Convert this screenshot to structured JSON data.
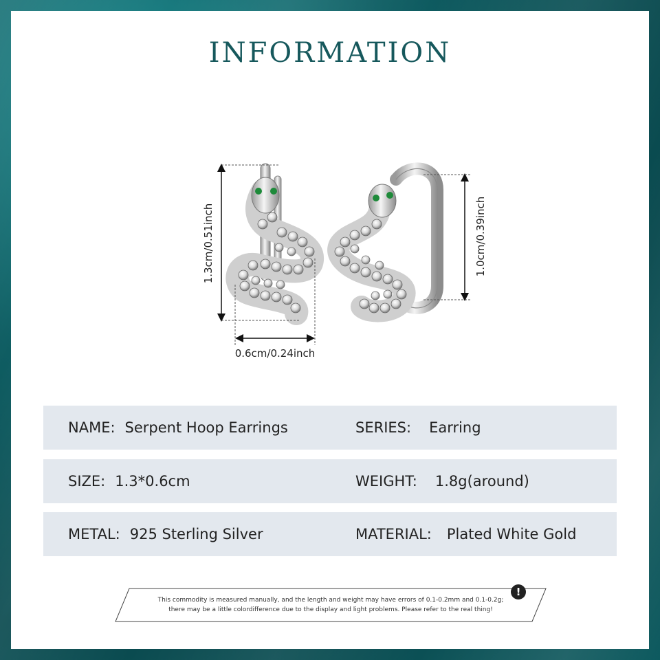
{
  "title": "INFORMATION",
  "dimensions": {
    "height_left": "1.3cm/0.51inch",
    "width_bottom": "0.6cm/0.24inch",
    "height_right": "1.0cm/0.39inch"
  },
  "rows": [
    {
      "left_label": "NAME:",
      "left_value": "Serpent Hoop Earrings",
      "right_label": "SERIES:",
      "right_value": "Earring"
    },
    {
      "left_label": "SIZE:",
      "left_value": "1.3*0.6cm",
      "right_label": "WEIGHT:",
      "right_value": "1.8g(around)"
    },
    {
      "left_label": "METAL:",
      "left_value": "925 Sterling Silver",
      "right_label": "MATERIAL:",
      "right_value": "Plated White Gold"
    }
  ],
  "notice": {
    "line1": "This commodity is measured manually, and the length and weight may have errors of 0.1-0.2mm and 0.1-0.2g;",
    "line2": "there may be a little colordifference due to the display and light problems. Please refer to the real thing!",
    "icon": "!"
  },
  "colors": {
    "title": "#16585c",
    "row_bg": "#e3e8ee",
    "frame": "#0f5e63",
    "gem_green": "#1e8a3a"
  }
}
